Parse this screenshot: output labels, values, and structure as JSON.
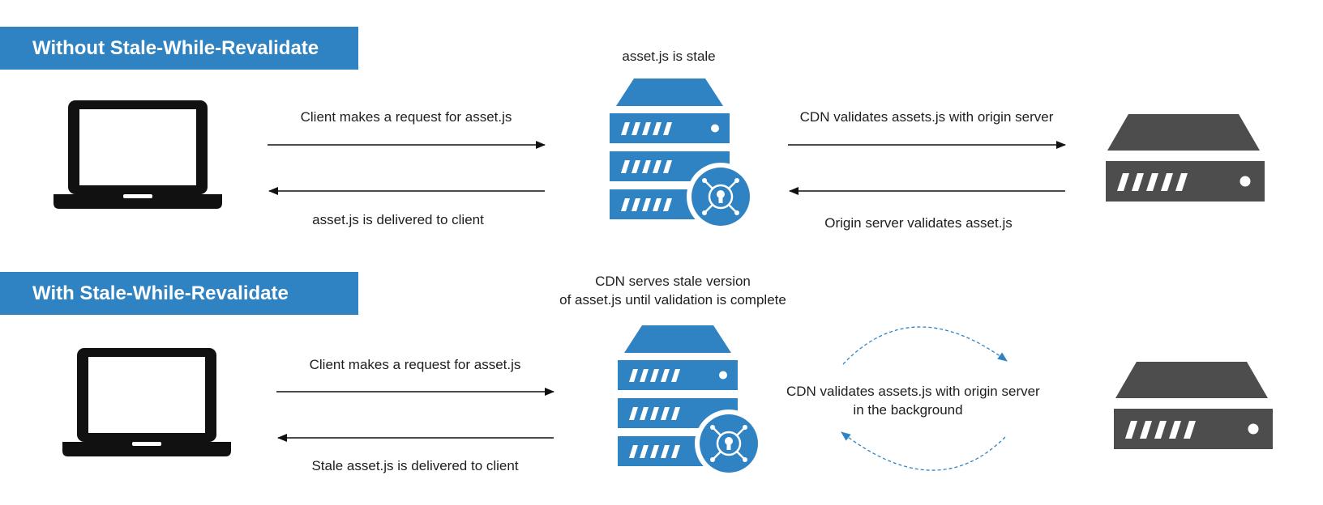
{
  "section_without": {
    "title": "Without Stale-While-Revalidate",
    "cdn_note": "asset.js is stale",
    "client_request": "Client makes a request for asset.js",
    "delivered": "asset.js is delivered to client",
    "cdn_validates": "CDN validates assets.js with origin server",
    "origin_validates": "Origin server validates asset.js"
  },
  "section_with": {
    "title": "With Stale-While-Revalidate",
    "cdn_note_line1": "CDN serves stale version",
    "cdn_note_line2": "of asset.js until validation is complete",
    "client_request": "Client makes a request for asset.js",
    "delivered": "Stale asset.js is delivered to client",
    "background_line1": "CDN validates assets.js with origin server",
    "background_line2": "in the background"
  },
  "colors": {
    "accent_blue": "#2f83c2",
    "origin_gray": "#4d4d4d",
    "laptop_black": "#111111"
  },
  "icons": {
    "client": "laptop-icon",
    "cdn": "cdn-server-icon",
    "origin": "origin-server-icon"
  }
}
